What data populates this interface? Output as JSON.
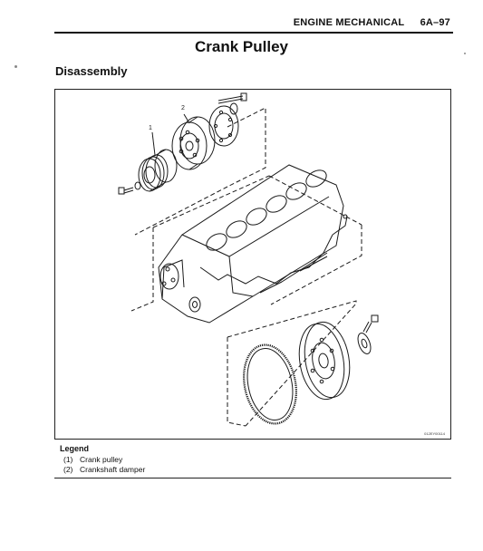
{
  "header": {
    "section": "ENGINE MECHANICAL",
    "page": "6A–97"
  },
  "title": "Crank Pulley",
  "subtitle": "Disassembly",
  "figure": {
    "callouts": [
      "1",
      "2"
    ],
    "code": "012EY00114"
  },
  "legend": {
    "title": "Legend",
    "items": [
      {
        "num": "(1)",
        "label": "Crank pulley"
      },
      {
        "num": "(2)",
        "label": "Crankshaft damper"
      }
    ]
  }
}
